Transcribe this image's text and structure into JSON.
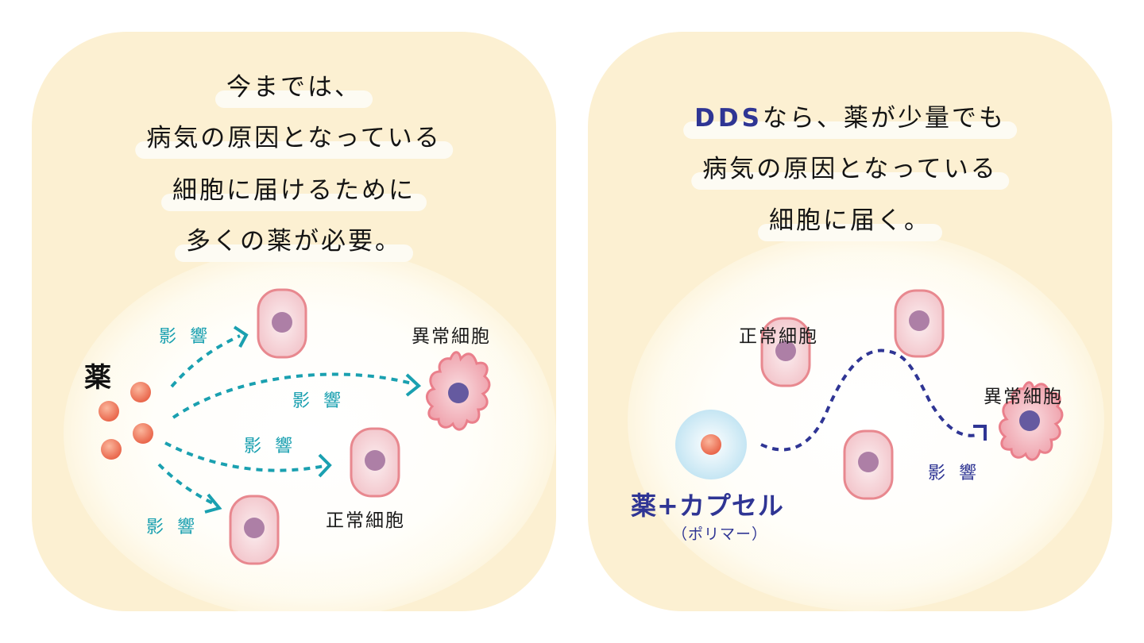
{
  "colors": {
    "panel_bg": "#fcf0d2",
    "teal_arrow": "#1aa0b0",
    "navy_accent": "#2f3594",
    "normal_cell_fill": "#f3c9cd",
    "normal_cell_border": "#e8888f",
    "normal_nucleus": "#ad7fa6",
    "abnormal_cell_fill": "#ef9fa9",
    "abnormal_nucleus": "#655aa0",
    "drug_particle": "#ee7455",
    "capsule": "#cfe9f5"
  },
  "left_panel": {
    "heading_lines": [
      "今までは、",
      "病気の原因となっている",
      "細胞に届けるために",
      "多くの薬が必要。"
    ],
    "drug_label": "薬",
    "effect_labels": [
      "影 響",
      "影 響",
      "影 響",
      "影 響"
    ],
    "abnormal_cell_label": "異常細胞",
    "normal_cell_label": "正常細胞",
    "icons": [
      "drug-particle-icon",
      "normal-cell-icon",
      "abnormal-cell-icon",
      "dashed-arrow-icon"
    ]
  },
  "right_panel": {
    "heading_line1_accent": "DDS",
    "heading_line1_rest": "なら、薬が少量でも",
    "heading_lines_rest": [
      "病気の原因となっている",
      "細胞に届く。"
    ],
    "normal_cell_label": "正常細胞",
    "abnormal_cell_label": "異常細胞",
    "effect_label": "影 響",
    "capsule_label": "薬+カプセル",
    "capsule_sublabel": "（ポリマー）",
    "icons": [
      "capsule-icon",
      "normal-cell-icon",
      "abnormal-cell-icon",
      "wavy-arrow-icon"
    ]
  }
}
